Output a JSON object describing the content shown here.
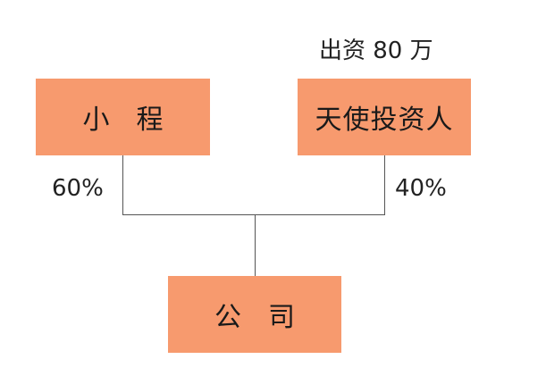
{
  "investment_note": "出资 80 万",
  "shareholders": {
    "xiaocheng": {
      "label": "小　程",
      "share": "60%"
    },
    "angel_investor": {
      "label": "天使投资人",
      "share": "40%"
    }
  },
  "company": {
    "label": "公　司"
  },
  "colors": {
    "box_fill": "#f79a6e",
    "line": "#555555",
    "text": "#222222"
  }
}
